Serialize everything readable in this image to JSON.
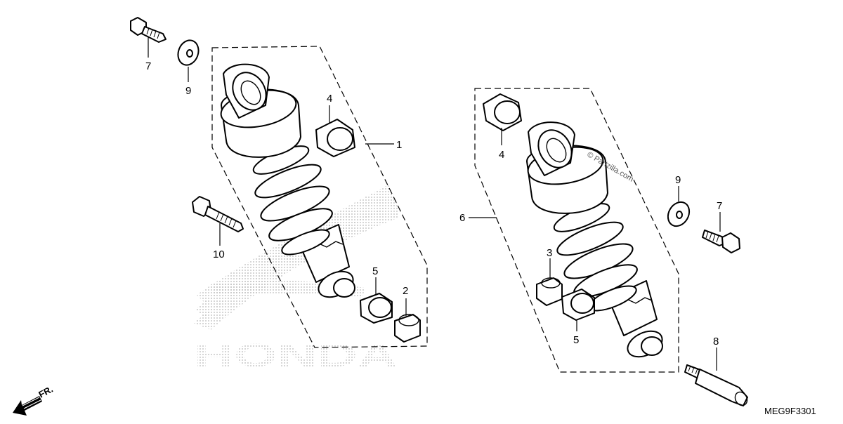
{
  "diagram": {
    "part_code": "MEG9F3301",
    "watermark_brand": "HONDA",
    "copyright": "© Partzilla.com",
    "direction": "FR.",
    "callouts": {
      "left_1": "1",
      "left_2": "2",
      "left_4": "4",
      "left_5": "5",
      "left_7": "7",
      "left_9": "9",
      "left_10": "10",
      "right_3": "3",
      "right_4": "4",
      "right_5": "5",
      "right_6": "6",
      "right_7": "7",
      "right_8": "8",
      "right_9": "9"
    },
    "colors": {
      "ink": "#000000",
      "watermark": "#b8b8b8",
      "paper": "#ffffff"
    }
  }
}
